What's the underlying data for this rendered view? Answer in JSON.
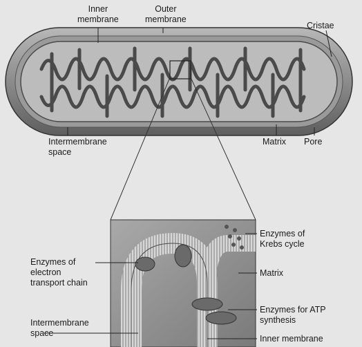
{
  "labels": {
    "inner_membrane_top": [
      "Inner",
      "membrane"
    ],
    "outer_membrane": [
      "Outer",
      "membrane"
    ],
    "cristae": "Cristae",
    "intermembrane_space_top": [
      "Intermembrane",
      "space"
    ],
    "matrix_top": "Matrix",
    "pore": "Pore",
    "enzymes_krebs": [
      "Enzymes of",
      "Krebs cycle"
    ],
    "enzymes_etc": [
      "Enzymes of",
      "electron",
      "transport chain"
    ],
    "matrix_bottom": "Matrix",
    "enzymes_atp": [
      "Enzymes for ATP",
      "synthesis"
    ],
    "intermembrane_space_bottom": [
      "Intermembrane",
      "space"
    ],
    "inner_membrane_bottom": "Inner membrane"
  }
}
